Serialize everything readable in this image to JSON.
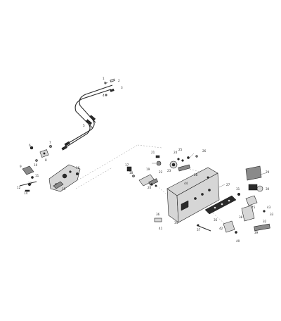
{
  "labels": {
    "l1": "1",
    "l2": "2",
    "l3": "3",
    "l4": "4",
    "l5": "5",
    "l6": "6",
    "l7": "7",
    "l8": "8",
    "l9": "9",
    "l10": "10",
    "l11": "11",
    "l12": "12",
    "l13": "13",
    "l14": "14",
    "l15": "15",
    "l16": "16",
    "l17": "17",
    "l18": "18",
    "l19": "19",
    "l20": "20",
    "l21": "21",
    "l22": "22",
    "l23": "23",
    "l24": "24",
    "l25": "25",
    "l26": "26",
    "l27": "27",
    "l28": "28",
    "l29": "29",
    "l30": "30",
    "l31": "31",
    "l32": "32",
    "l33": "33",
    "l34": "34",
    "l35": "35",
    "l36": "36",
    "l37": "37",
    "l38": "38",
    "l39": "39",
    "l40": "40",
    "l41": "41",
    "l42": "42",
    "l43": "43",
    "l44": "44",
    "l45": "45"
  }
}
